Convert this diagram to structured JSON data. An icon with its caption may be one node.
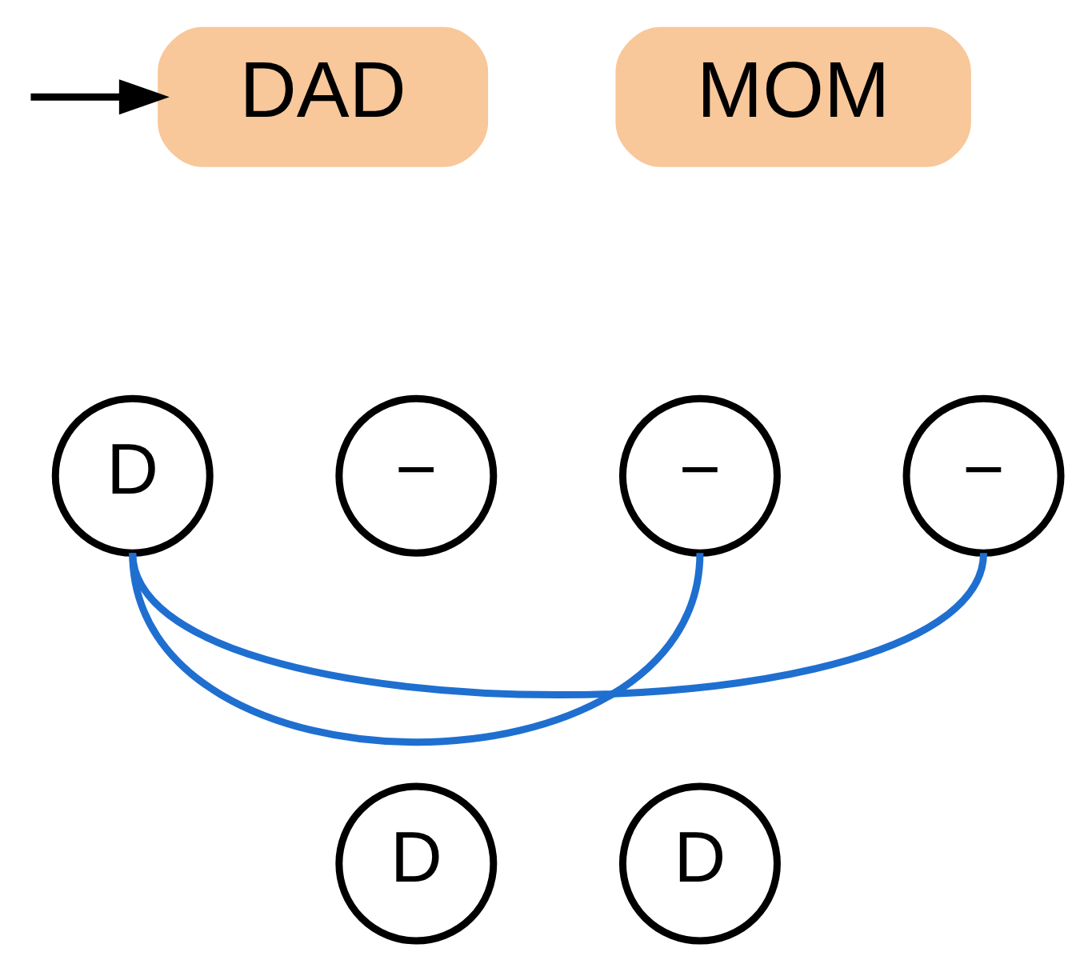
{
  "diagram": {
    "nodes": [
      {
        "text": [
          "DAD"
        ]
      },
      {
        "text": [
          "MOM"
        ]
      },
      {
        "text": [
          "D"
        ]
      },
      {
        "text": [
          "−"
        ]
      },
      {
        "text": [
          "−"
        ]
      },
      {
        "text": [
          "−"
        ]
      },
      {
        "text": [
          "D"
        ]
      },
      {
        "text": [
          "D"
        ]
      }
    ],
    "edges": [
      {
        "from": null,
        "to": 0,
        "arrow": "to",
        "color": "#000000"
      },
      {
        "from": 2,
        "to": 4,
        "arrow": "none",
        "color": "#1f6fd0"
      },
      {
        "from": 2,
        "to": 5,
        "arrow": "none",
        "color": "#1f6fd0"
      }
    ]
  }
}
